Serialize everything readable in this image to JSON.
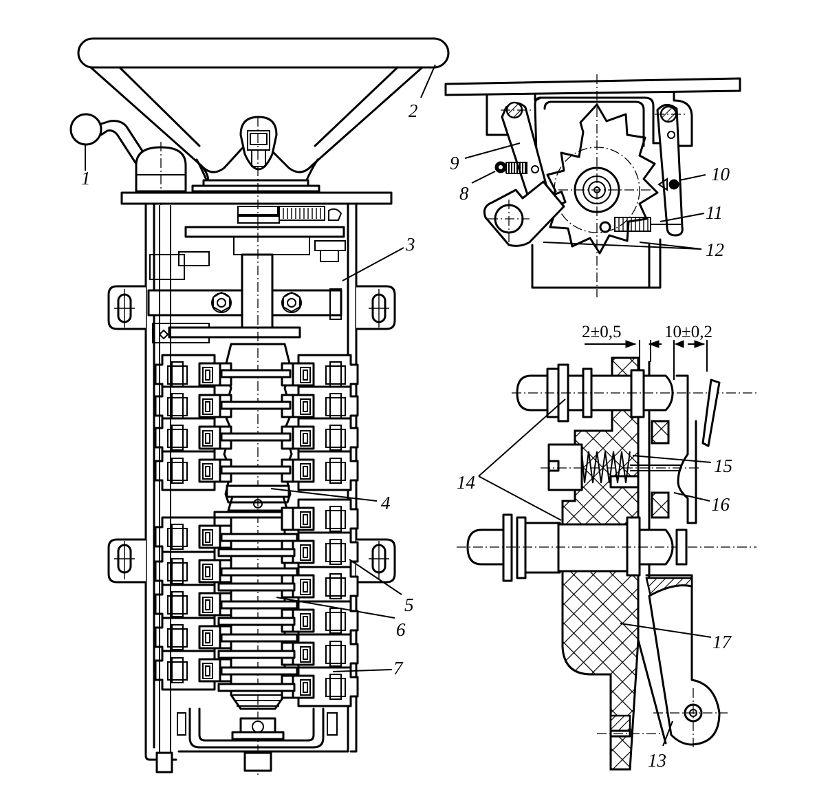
{
  "figure": {
    "type": "technical-drawing",
    "views": [
      {
        "id": "main-view",
        "description": "controller assembly, front view"
      },
      {
        "id": "ratchet-view",
        "description": "fixing mechanism with star wheel"
      },
      {
        "id": "contact-section",
        "description": "contact element section"
      }
    ]
  },
  "labels": {
    "l1": "1",
    "l2": "2",
    "l3": "3",
    "l4": "4",
    "l5": "5",
    "l6": "6",
    "l7": "7",
    "l8": "8",
    "l9": "9",
    "l10": "10",
    "l11": "11",
    "l12": "12",
    "l13": "13",
    "l14": "14",
    "l15": "15",
    "l16": "16",
    "l17": "17"
  },
  "dimensions": {
    "gap": "2±0,5",
    "travel": "10±0,2"
  }
}
